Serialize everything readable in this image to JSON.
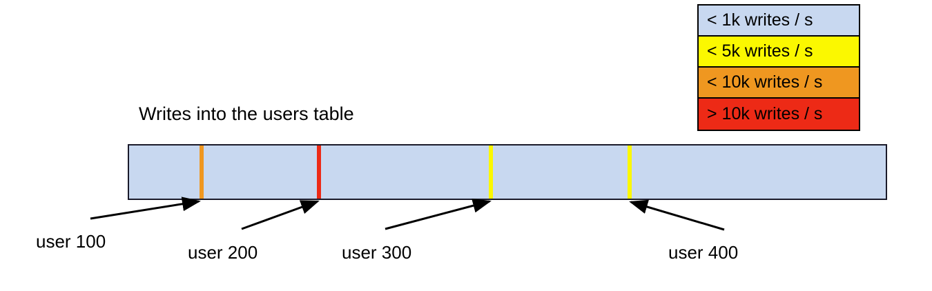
{
  "chart_data": {
    "type": "bar",
    "title": "Writes into the users table",
    "xlabel": "",
    "ylabel": "",
    "orientation": "horizontal",
    "description": "A single horizontal band representing the users table key range, shaded by write rate, with colored hot-spot stripes at specific user keys.",
    "legend": {
      "position": "top-right",
      "entries": [
        {
          "label": "< 1k writes / s",
          "color": "#c8d8f0"
        },
        {
          "label": "< 5k writes / s",
          "color": "#fbf800"
        },
        {
          "label": "< 10k writes / s",
          "color": "#ef9720"
        },
        {
          "label": "> 10k writes / s",
          "color": "#ed2a16"
        }
      ]
    },
    "band": {
      "fill_color": "#c8d8f0",
      "border_color": "#1a1a2a",
      "base_rate_label": "< 1k writes / s"
    },
    "categories": [
      "user 100",
      "user 200",
      "user 300",
      "user 400"
    ],
    "markers": [
      {
        "label": "user 100",
        "color": "#ef9720",
        "rate_label": "< 10k writes / s",
        "position_pct": 9.6
      },
      {
        "label": "user 200",
        "color": "#ed2a16",
        "rate_label": "> 10k writes / s",
        "position_pct": 25.1
      },
      {
        "label": "user 300",
        "color": "#fbf800",
        "rate_label": "< 5k writes / s",
        "position_pct": 47.7
      },
      {
        "label": "user 400",
        "color": "#fbf800",
        "rate_label": "< 5k writes / s",
        "position_pct": 66.0
      }
    ]
  },
  "legend": {
    "rows": [
      {
        "label": "< 1k writes / s"
      },
      {
        "label": "< 5k writes / s"
      },
      {
        "label": "< 10k writes / s"
      },
      {
        "label": "> 10k writes / s"
      }
    ]
  },
  "title": {
    "text": "Writes into the users table"
  },
  "labels": {
    "user100": "user 100",
    "user200": "user 200",
    "user300": "user 300",
    "user400": "user 400"
  },
  "colors": {
    "light_blue": "#c8d8f0",
    "yellow": "#fbf800",
    "orange": "#ef9720",
    "red": "#ed2a16",
    "outline": "#000000",
    "bar_outline": "#1a1a2a"
  }
}
